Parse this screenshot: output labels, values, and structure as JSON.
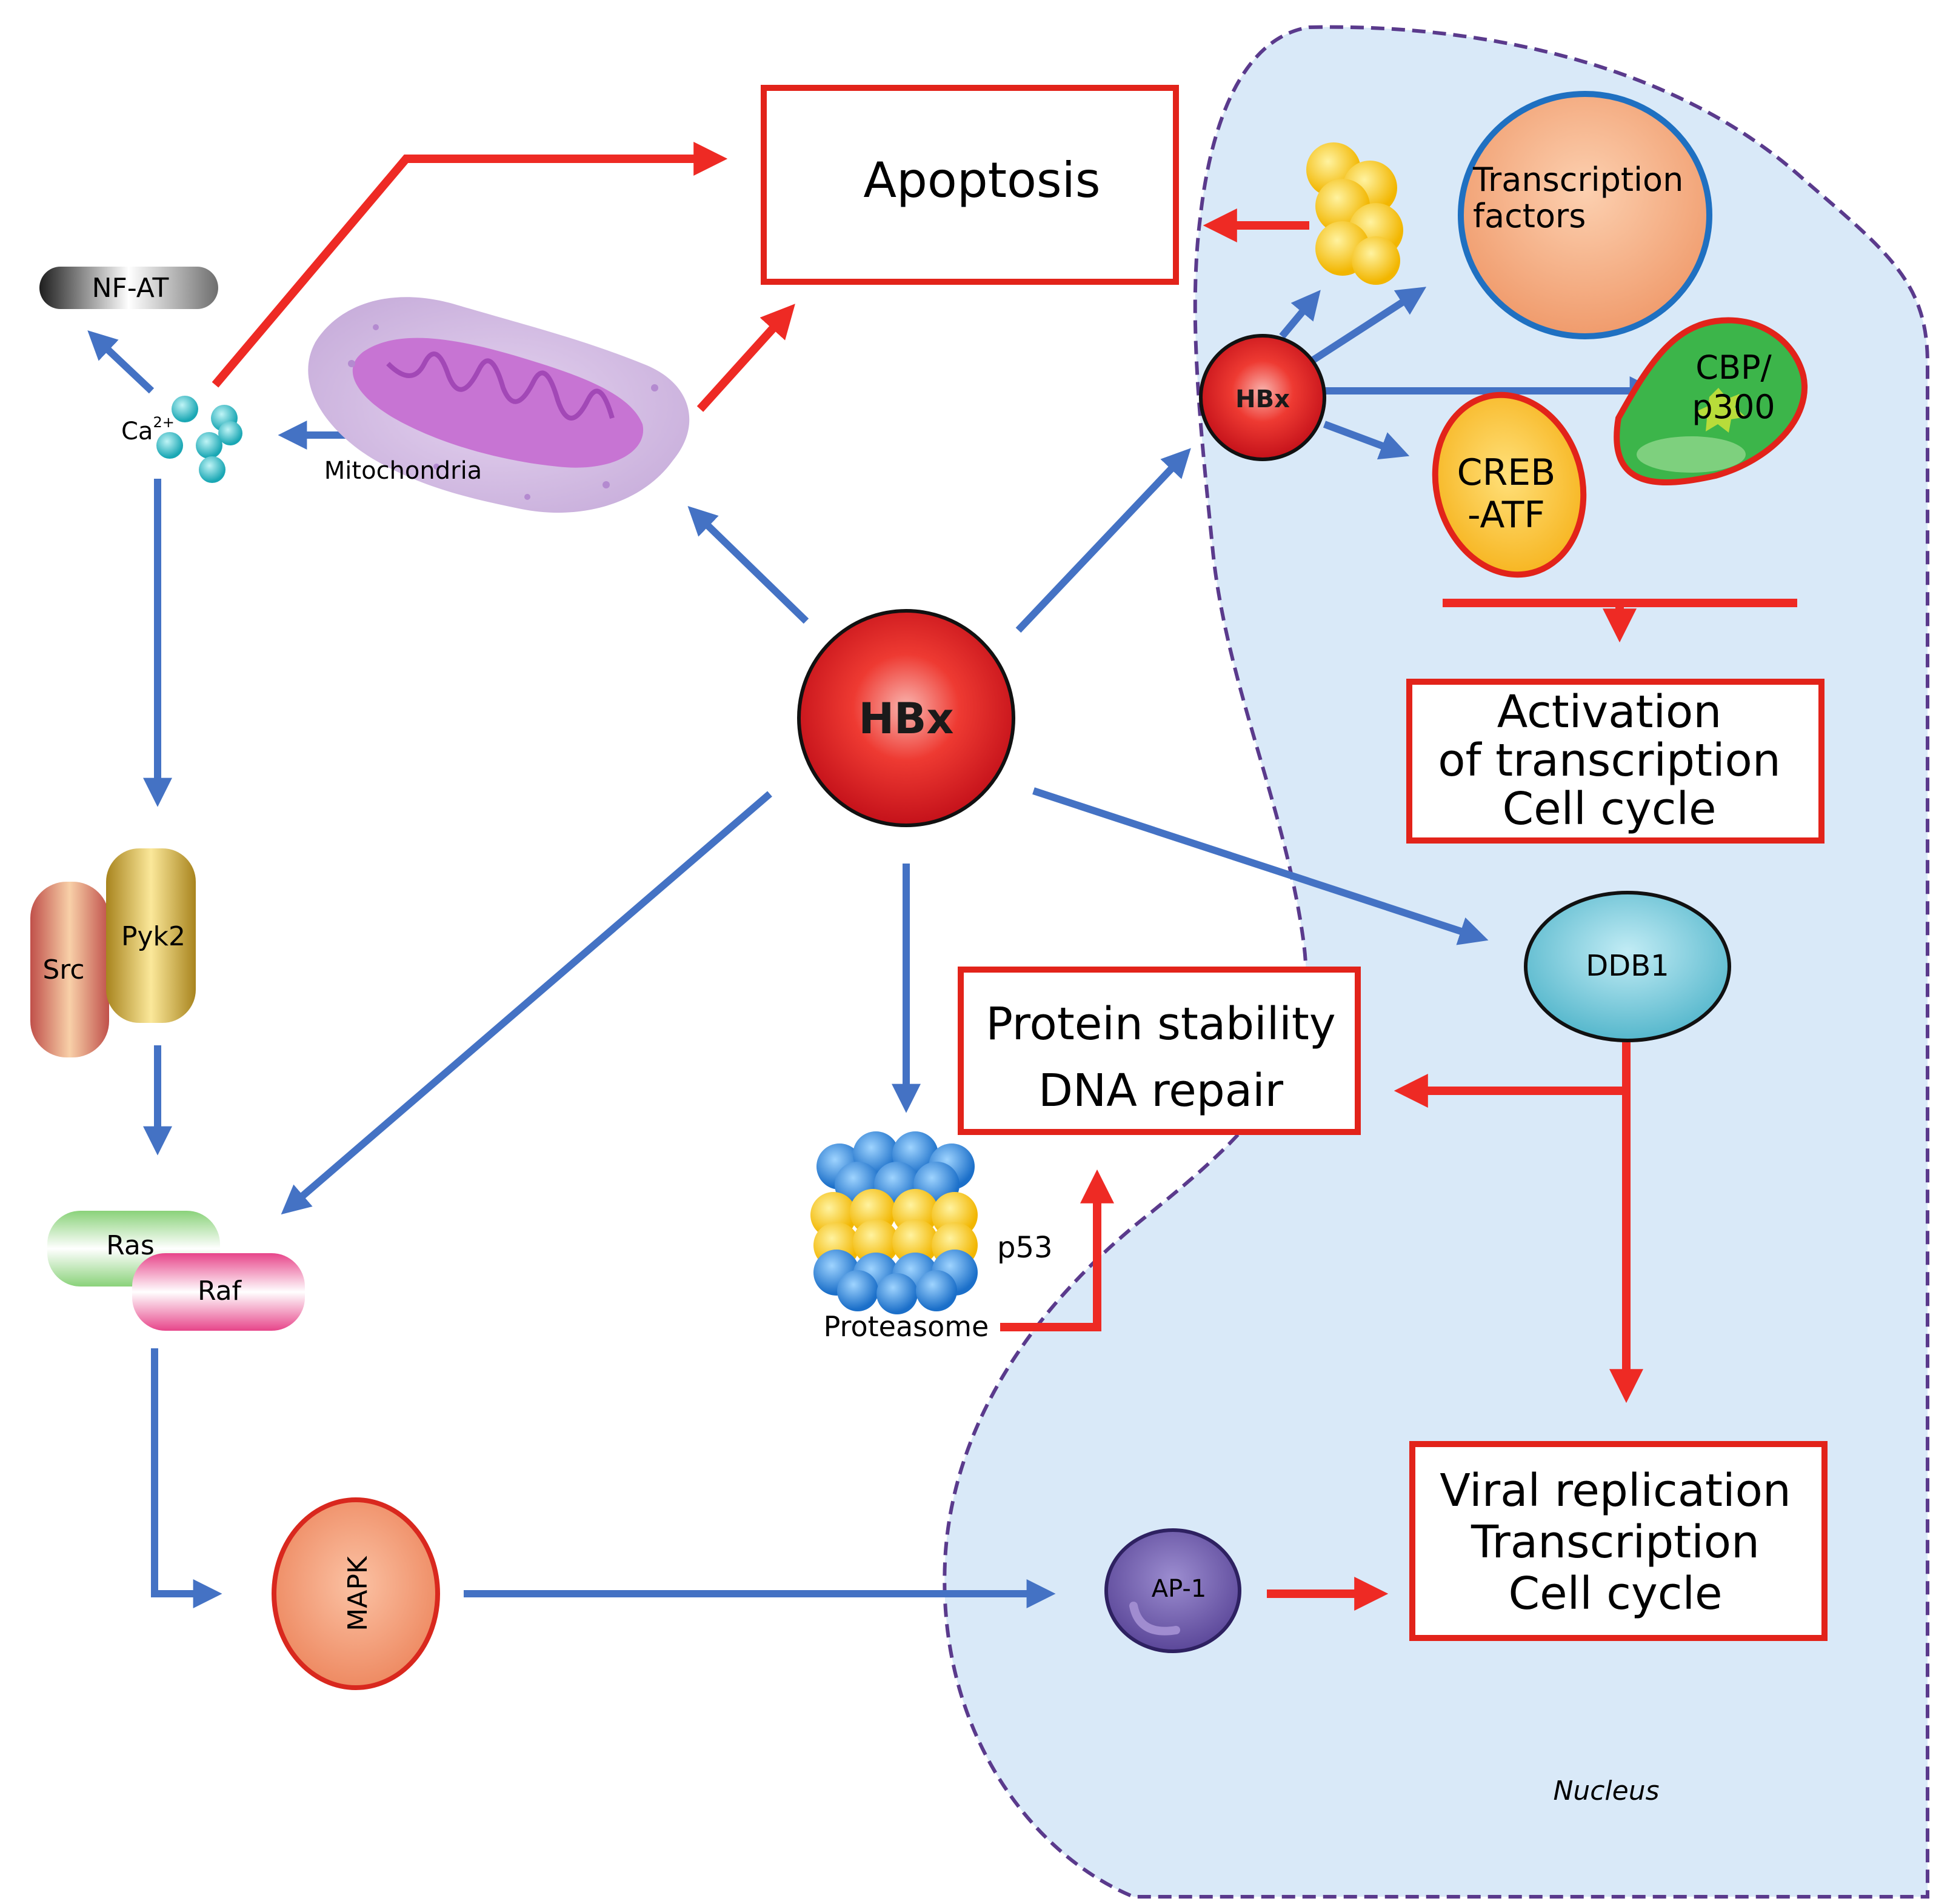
{
  "colors": {
    "blue_arrow": "#4472c4",
    "red_arrow": "#ee2a24",
    "nucleus_fill": "#d9e9f8",
    "nucleus_border": "#5a3a8c",
    "box_border": "#e2231a"
  },
  "boxes": {
    "apoptosis": "Apoptosis",
    "activation_l1": "Activation",
    "activation_l2": "of transcription",
    "activation_l3": "Cell cycle",
    "protein_l1": "Protein stability",
    "protein_l2": "DNA repair",
    "viral_l1": "Viral replication",
    "viral_l2": "Transcription",
    "viral_l3": "Cell cycle"
  },
  "nodes": {
    "hbx_main": "HBx",
    "hbx_small": "HBx",
    "nfat": "NF-AT",
    "ca": "Ca",
    "ca_sup": "2+",
    "mitochondria": "Mitochondria",
    "tf_l1": "Transcription",
    "tf_l2": "factors",
    "cbp_l1": "CBP/",
    "cbp_l2": "p300",
    "creb_l1": "CREB",
    "creb_l2": "-ATF",
    "src": "Src",
    "pyk2": "Pyk2",
    "ras": "Ras",
    "raf": "Raf",
    "mapk": "MAPK",
    "ddb1": "DDB1",
    "ap1": "AP-1",
    "p53": "p53",
    "proteasome": "Proteasome",
    "nucleus": "Nucleus"
  }
}
